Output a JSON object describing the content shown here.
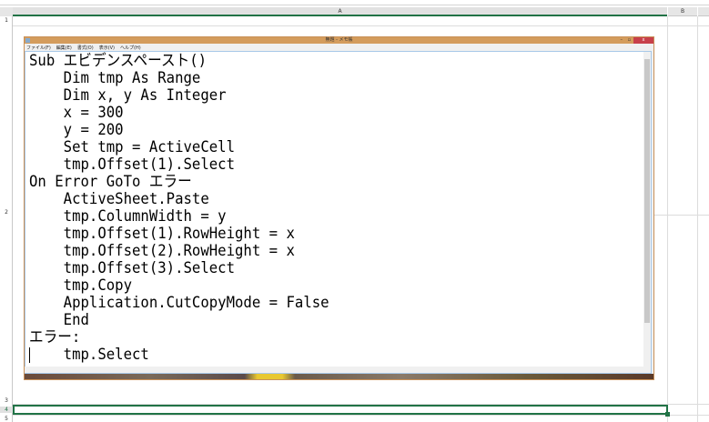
{
  "sheet": {
    "columns": [
      "A",
      "B"
    ],
    "rows": [
      "1",
      "2",
      "3",
      "4",
      "5"
    ],
    "selected_row": "4"
  },
  "notepad": {
    "title": "無題 - メモ帳",
    "menu": [
      "ファイル(F)",
      "編集(E)",
      "書式(O)",
      "表示(V)",
      "ヘルプ(H)"
    ],
    "controls": {
      "minimize": "–",
      "restore": "▫",
      "close": "x"
    },
    "text": "Sub エビデンスペースト()\n    Dim tmp As Range\n    Dim x, y As Integer\n    x = 300\n    y = 200\n    Set tmp = ActiveCell\n    tmp.Offset(1).Select\nOn Error GoTo エラー\n    ActiveSheet.Paste\n    tmp.ColumnWidth = y\n    tmp.Offset(1).RowHeight = x\n    tmp.Offset(2).RowHeight = x\n    tmp.Offset(3).Select\n    tmp.Copy\n    Application.CutCopyMode = False\n    End\nエラー:\n    tmp.Select"
  },
  "colors": {
    "accent": "#217346",
    "titlebar": "#d49c5c",
    "close": "#c8404a"
  }
}
